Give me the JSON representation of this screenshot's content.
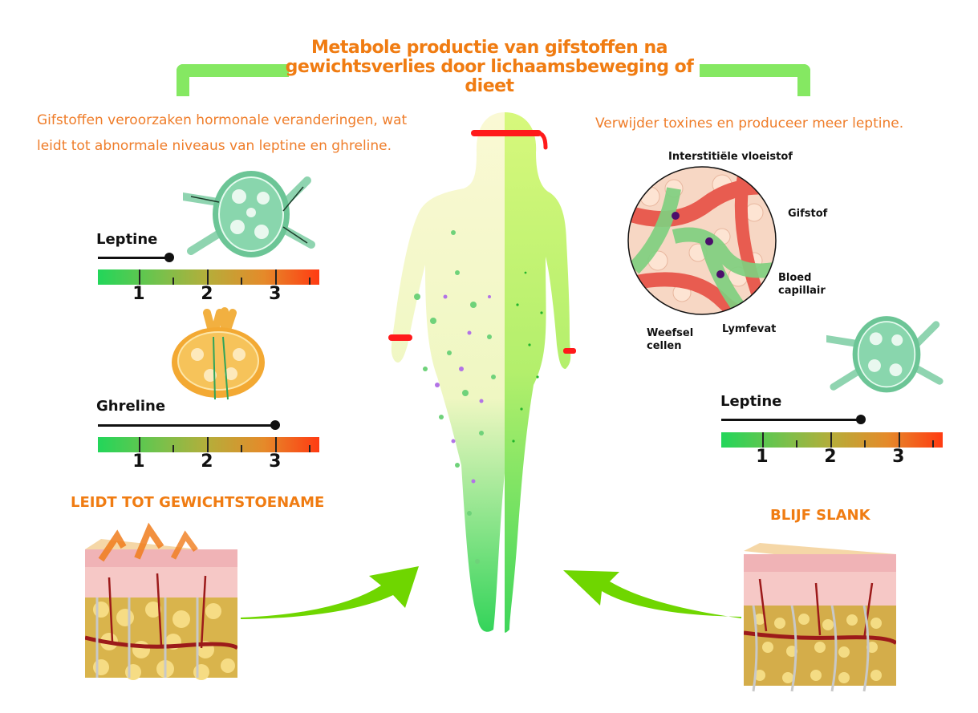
{
  "title": "Metabole productie van gifstoffen na gewichtsverlies door lichaamsbeweging of dieet",
  "left": {
    "intro_line1": "Gifstoffen veroorzaken hormonale veranderingen, wat",
    "intro_line2": "leidt tot abnormale niveaus van leptine en ghreline.",
    "leptine": {
      "label": "Leptine",
      "level": 1.45,
      "ticks": [
        "1",
        "2",
        "3"
      ]
    },
    "ghreline": {
      "label": "Ghreline",
      "level": 3.0,
      "ticks": [
        "1",
        "2",
        "3"
      ]
    },
    "outcome": "LEIDT TOT GEWICHTSTOENAME"
  },
  "right": {
    "intro": "Verwijder toxines en produceer meer leptine.",
    "diagram_labels": {
      "interstitial": "Interstitiële vloeistof",
      "toxin": "Gifstof",
      "blood_line1": "Bloed",
      "blood_line2": "capillair",
      "tissue_line1": "Weefsel",
      "tissue_line2": "cellen",
      "lymph": "Lymfevat"
    },
    "leptine": {
      "label": "Leptine",
      "level": 2.45,
      "ticks": [
        "1",
        "2",
        "3"
      ]
    },
    "outcome": "BLIJF SLANK"
  },
  "colors": {
    "title_orange": "#f07c12",
    "bracket_green": "#85e862",
    "arrow_green": "#6fd600",
    "band_red": "#ff1a1a"
  }
}
